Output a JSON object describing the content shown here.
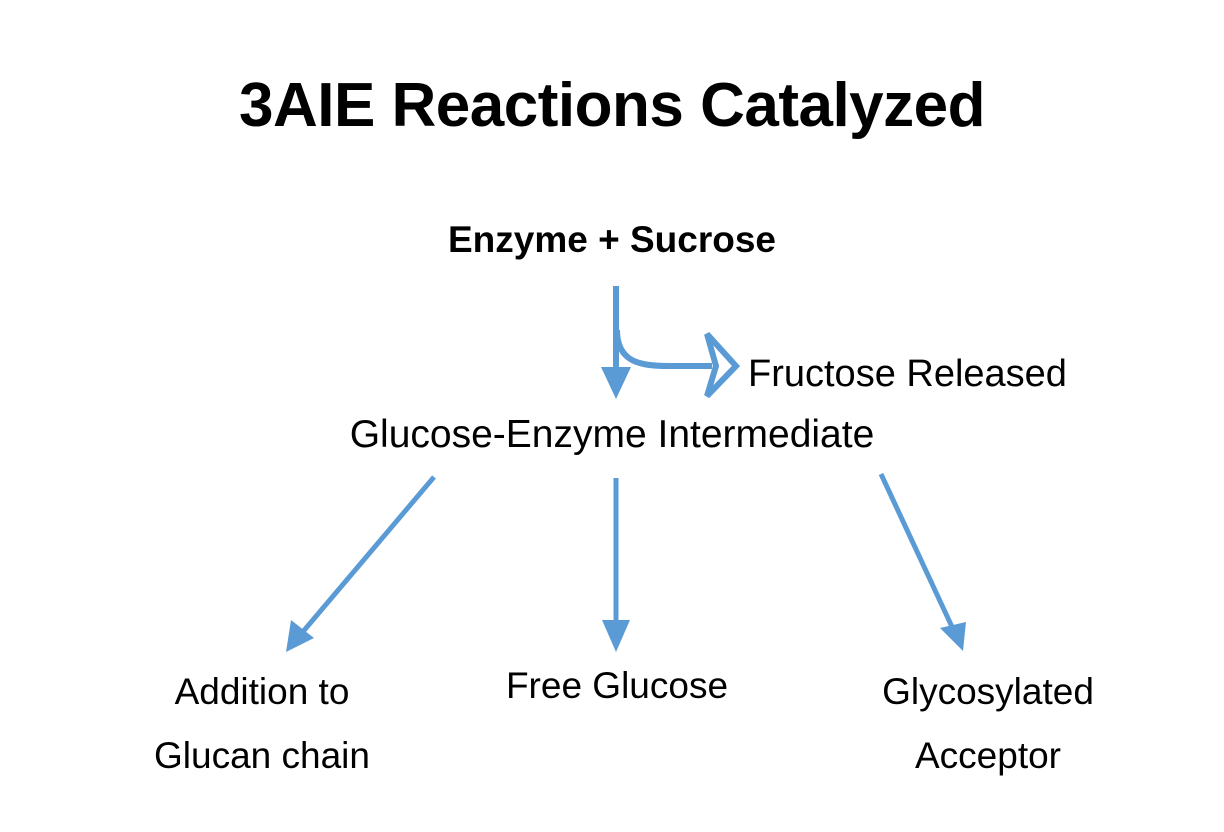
{
  "slide": {
    "title": "3AIE Reactions Catalyzed",
    "background_color": "#ffffff",
    "text_color": "#000000",
    "arrow_color": "#5B9BD5"
  },
  "diagram": {
    "type": "flowchart",
    "nodes": [
      {
        "id": "enzyme-sucrose",
        "label": "Enzyme + Sucrose"
      },
      {
        "id": "fructose-released",
        "label": "Fructose Released"
      },
      {
        "id": "glucose-enzyme",
        "label": "Glucose-Enzyme Intermediate"
      },
      {
        "id": "addition-glucan",
        "label": "Addition to\nGlucan chain"
      },
      {
        "id": "free-glucose",
        "label": "Free Glucose"
      },
      {
        "id": "glycosylated-acceptor",
        "label": "Glycosylated\nAcceptor"
      }
    ],
    "edges": [
      {
        "id": "edge-enzyme-to-intermediate",
        "from": "enzyme-sucrose",
        "to": "glucose-enzyme",
        "style": "straight-down",
        "arrowhead": "solid"
      },
      {
        "id": "edge-enzyme-to-fructose",
        "from": "enzyme-sucrose",
        "to": "fructose-released",
        "style": "curved-branch-right",
        "arrowhead": "open"
      },
      {
        "id": "edge-intermediate-to-glucan",
        "from": "glucose-enzyme",
        "to": "addition-glucan",
        "style": "diagonal-down-left",
        "arrowhead": "solid"
      },
      {
        "id": "edge-intermediate-to-free-glucose",
        "from": "glucose-enzyme",
        "to": "free-glucose",
        "style": "straight-down",
        "arrowhead": "solid"
      },
      {
        "id": "edge-intermediate-to-acceptor",
        "from": "glucose-enzyme",
        "to": "glycosylated-acceptor",
        "style": "diagonal-down-right",
        "arrowhead": "solid"
      }
    ]
  }
}
